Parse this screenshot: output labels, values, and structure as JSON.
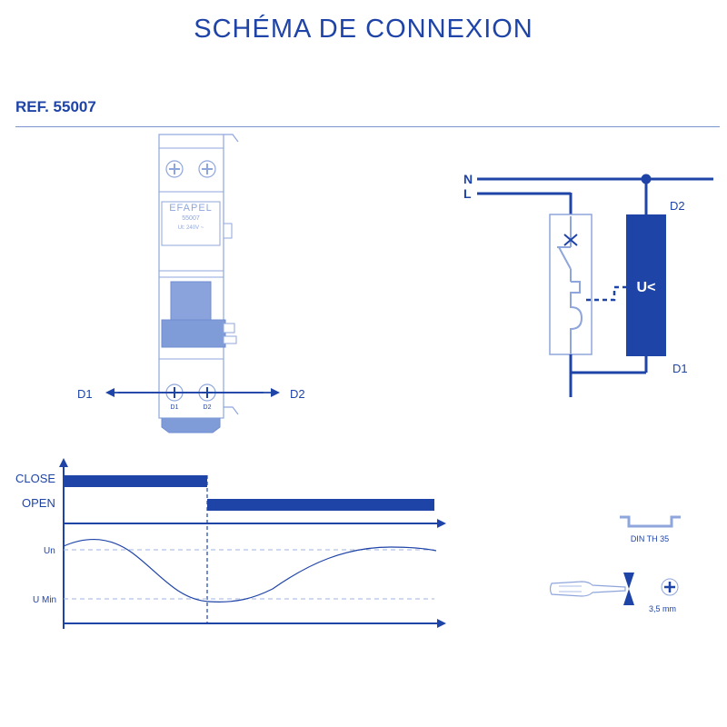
{
  "title": "SCHÉMA DE CONNEXION",
  "reference": "REF. 55007",
  "colors": {
    "primary": "#1f44a8",
    "light": "#8fa6dc",
    "fill_light": "#dfe6f5",
    "module_blue": "#7f9cd9"
  },
  "device": {
    "brand": "EFAPEL",
    "model": "55007",
    "rating": "Ut: 240V ~",
    "terminal_left": "D1",
    "terminal_right": "D2",
    "arrow_left_label": "D1",
    "arrow_right_label": "D2"
  },
  "circuit": {
    "neutral_label": "N",
    "line_label": "L",
    "relay_label": "U<",
    "terminal_top": "D2",
    "terminal_bottom": "D1"
  },
  "timing": {
    "close_label": "CLOSE",
    "open_label": "OPEN",
    "un_label": "Un",
    "umin_label": "U Min"
  },
  "rail": {
    "label": "DIN TH 35"
  },
  "tool": {
    "size_label": "3,5 mm"
  }
}
